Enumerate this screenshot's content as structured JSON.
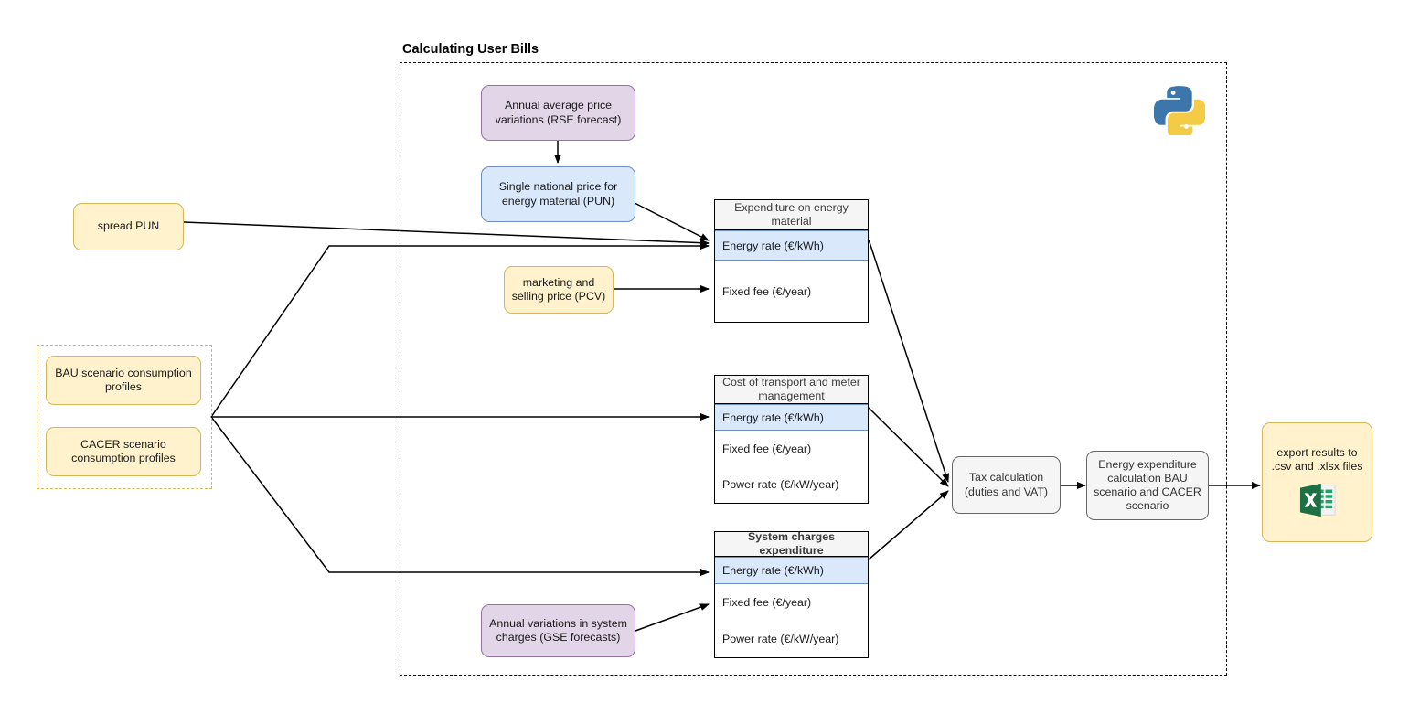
{
  "container": {
    "title": "Calculating User Bills"
  },
  "icons": {
    "python": "python-logo-icon",
    "excel": "excel-file-icon"
  },
  "left_nodes": {
    "spread_pun": "spread PUN",
    "bau": "BAU scenario consumption profiles",
    "cacer": "CACER scenario consumption profiles"
  },
  "inputs": {
    "rse": "Annual average price variations (RSE forecast)",
    "pun": "Single national price for energy material (PUN)",
    "pcv": "marketing and selling price (PCV)",
    "gse": "Annual variations in system charges (GSE forecasts)"
  },
  "tables": [
    {
      "id": "expenditure-energy-material",
      "header": "Expenditure on energy material",
      "header_bold": false,
      "rows": [
        {
          "label": "Energy rate (€/kWh)",
          "highlight": true
        },
        {
          "label": "Fixed fee (€/year)",
          "highlight": false
        }
      ]
    },
    {
      "id": "cost-transport-meter",
      "header": "Cost of transport and meter management",
      "header_bold": false,
      "rows": [
        {
          "label": "Energy rate (€/kWh)",
          "highlight": true
        },
        {
          "label": "Fixed fee (€/year)",
          "highlight": false
        },
        {
          "label": "Power rate (€/kW/year)",
          "highlight": false
        }
      ]
    },
    {
      "id": "system-charges-expenditure",
      "header": "System charges expenditure",
      "header_bold": true,
      "rows": [
        {
          "label": "Energy rate (€/kWh)",
          "highlight": true
        },
        {
          "label": "Fixed fee (€/year)",
          "highlight": false
        },
        {
          "label": "Power rate (€/kW/year)",
          "highlight": false
        }
      ]
    }
  ],
  "process": {
    "tax": "Tax calculation (duties and VAT)",
    "tax_line1": "Tax calculation",
    "tax_line2": "(duties and VAT)",
    "energy_exp": "Energy expenditure calculation BAU scenario and CACER scenario",
    "export": "export results to .csv and .xlsx files"
  },
  "colors": {
    "yellow_fill": "#fff2cc",
    "yellow_stroke": "#d6b656",
    "purple_fill": "#e1d5e7",
    "purple_stroke": "#9673a6",
    "blue_fill": "#dae8fc",
    "blue_stroke": "#6c8ebf",
    "grey_fill": "#f5f5f5",
    "grey_stroke": "#666666",
    "edge": "#000000"
  }
}
